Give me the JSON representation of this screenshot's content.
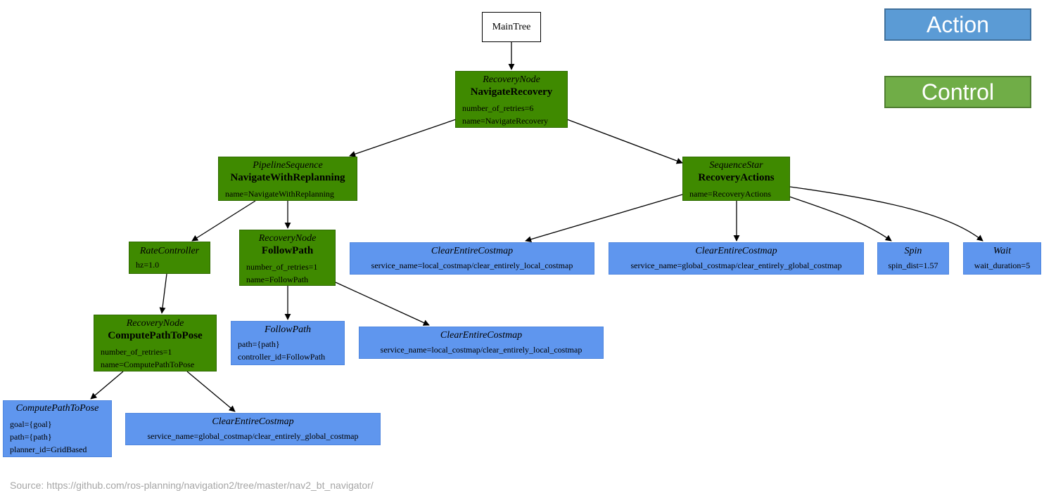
{
  "root": {
    "label": "MainTree"
  },
  "nodes": {
    "navigate_recovery": {
      "type": "RecoveryNode",
      "title": "NavigateRecovery",
      "params": [
        "number_of_retries=6",
        "name=NavigateRecovery"
      ]
    },
    "navigate_with_replanning": {
      "type": "PipelineSequence",
      "title": "NavigateWithReplanning",
      "params": [
        "name=NavigateWithReplanning"
      ]
    },
    "recovery_actions": {
      "type": "SequenceStar",
      "title": "RecoveryActions",
      "params": [
        "name=RecoveryActions"
      ]
    },
    "rate_controller": {
      "type": "RateController",
      "params": [
        "hz=1.0"
      ]
    },
    "follow_path_recovery": {
      "type": "RecoveryNode",
      "title": "FollowPath",
      "params": [
        "number_of_retries=1",
        "name=FollowPath"
      ]
    },
    "compute_path_recovery": {
      "type": "RecoveryNode",
      "title": "ComputePathToPose",
      "params": [
        "number_of_retries=1",
        "name=ComputePathToPose"
      ]
    },
    "compute_path_action": {
      "type": "ComputePathToPose",
      "params": [
        "goal={goal}",
        "path={path}",
        "planner_id=GridBased"
      ]
    },
    "clear_global_1": {
      "type": "ClearEntireCostmap",
      "params": [
        "service_name=global_costmap/clear_entirely_global_costmap"
      ]
    },
    "follow_path_action": {
      "type": "FollowPath",
      "params": [
        "path={path}",
        "controller_id=FollowPath"
      ]
    },
    "clear_local_1": {
      "type": "ClearEntireCostmap",
      "params": [
        "service_name=local_costmap/clear_entirely_local_costmap"
      ]
    },
    "clear_local_2": {
      "type": "ClearEntireCostmap",
      "params": [
        "service_name=local_costmap/clear_entirely_local_costmap"
      ]
    },
    "clear_global_2": {
      "type": "ClearEntireCostmap",
      "params": [
        "service_name=global_costmap/clear_entirely_global_costmap"
      ]
    },
    "spin": {
      "type": "Spin",
      "params": [
        "spin_dist=1.57"
      ]
    },
    "wait": {
      "type": "Wait",
      "params": [
        "wait_duration=5"
      ]
    }
  },
  "legend": {
    "action": "Action",
    "control": "Control"
  },
  "colors": {
    "control_node": "#3f8a00",
    "action_node": "#5f96ee",
    "legend_action": "#5b9bd5",
    "legend_control": "#70ad47"
  },
  "source": "Source: https://github.com/ros-planning/navigation2/tree/master/nav2_bt_navigator/"
}
